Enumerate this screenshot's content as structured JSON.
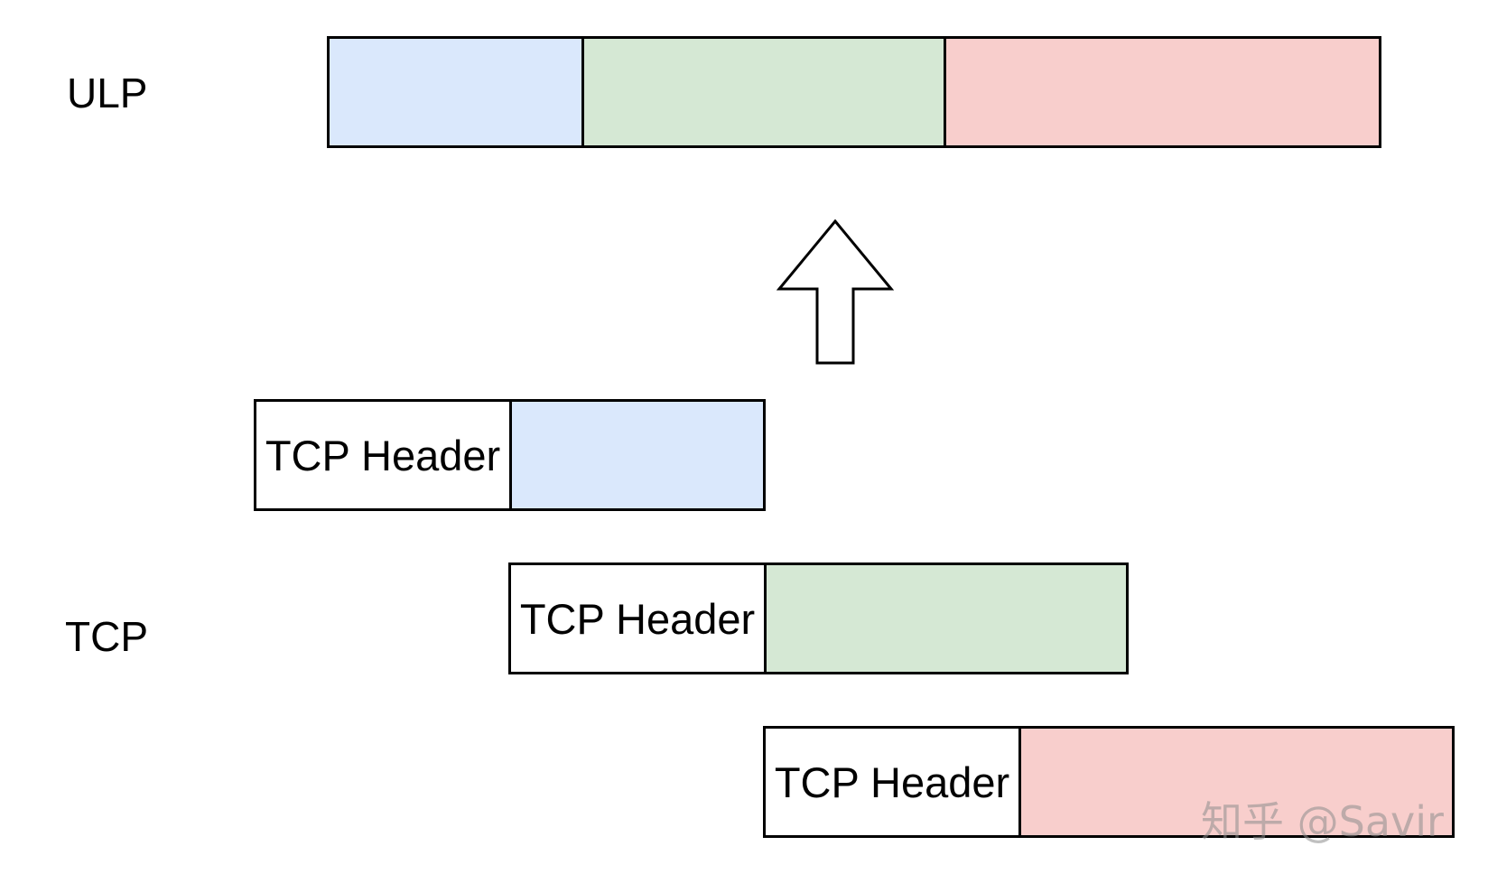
{
  "labels": {
    "ulp": "ULP",
    "tcp": "TCP"
  },
  "segments": {
    "header_label": "TCP Header"
  },
  "colors": {
    "blue_fill": "#dae8fc",
    "green_fill": "#d5e8d4",
    "red_fill": "#f8cecc",
    "border": "#000000"
  },
  "icons": {
    "arrow": "up-arrow-icon"
  },
  "watermark": "知乎 @Savir"
}
